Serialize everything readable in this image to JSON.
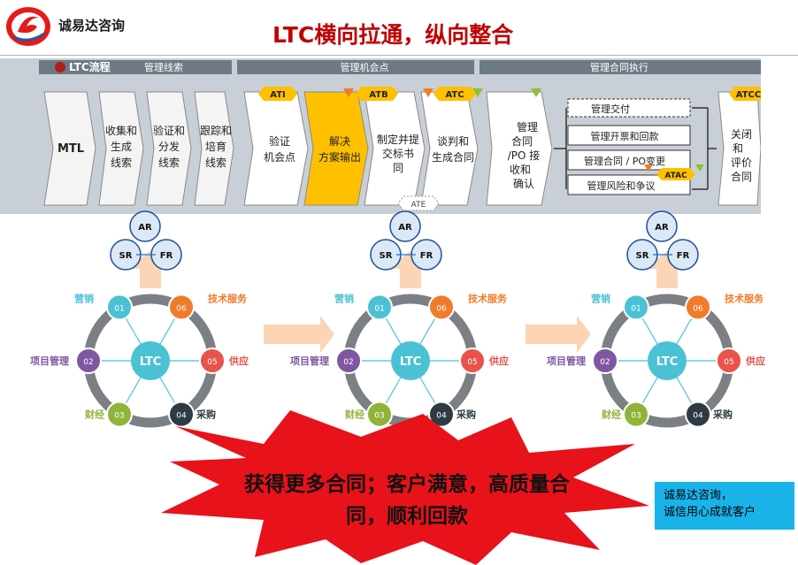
{
  "header": {
    "brand_name": "诚易达咨询",
    "title": "LTC横向拉通，纵向整合"
  },
  "process": {
    "flow_label": "LTC流程",
    "sections": [
      {
        "name": "管理线索",
        "steps": [
          "MTL",
          "收集和生成线索",
          "验证和分发线索",
          "跟踪和培育线索"
        ]
      },
      {
        "name": "管理机会点",
        "steps": [
          "验证机会点",
          "解决方案输出",
          "制定并提交标书",
          "谈判和生成合同"
        ],
        "gates": [
          "ATI",
          "ATB",
          "ATC",
          "ATE"
        ]
      },
      {
        "name": "管理合同执行",
        "steps": [
          "管理合同/PO 接收和确认",
          "管理交付",
          "管理开票和回款",
          "管理合同 / PO变更",
          "管理风险和争议",
          "关闭和评价合同"
        ],
        "gates": [
          "ATAC",
          "ATCC"
        ]
      }
    ],
    "highlight_color": "#ffc000"
  },
  "units": [
    {
      "triad": [
        "AR",
        "SR",
        "FR"
      ],
      "hub": "LTC",
      "nodes": [
        {
          "num": "01",
          "label": "营销",
          "color": "#4bc2d3"
        },
        {
          "num": "06",
          "label": "技术服务",
          "color": "#f07b2a"
        },
        {
          "num": "05",
          "label": "供应",
          "color": "#e8534a"
        },
        {
          "num": "04",
          "label": "采购",
          "color": "#2e3b44"
        },
        {
          "num": "03",
          "label": "财经",
          "color": "#8fb43a"
        },
        {
          "num": "02",
          "label": "项目管理",
          "color": "#7e57a0"
        }
      ]
    },
    {
      "triad": [
        "AR",
        "SR",
        "FR"
      ],
      "hub": "LTC",
      "nodes": [
        {
          "num": "01",
          "label": "营销",
          "color": "#4bc2d3"
        },
        {
          "num": "06",
          "label": "技术服务",
          "color": "#f07b2a"
        },
        {
          "num": "05",
          "label": "供应",
          "color": "#e8534a"
        },
        {
          "num": "04",
          "label": "采购",
          "color": "#2e3b44"
        },
        {
          "num": "03",
          "label": "财经",
          "color": "#8fb43a"
        },
        {
          "num": "02",
          "label": "项目管理",
          "color": "#7e57a0"
        }
      ]
    },
    {
      "triad": [
        "AR",
        "SR",
        "FR"
      ],
      "hub": "LTC",
      "nodes": [
        {
          "num": "01",
          "label": "营销",
          "color": "#4bc2d3"
        },
        {
          "num": "06",
          "label": "技术服务",
          "color": "#f07b2a"
        },
        {
          "num": "05",
          "label": "供应",
          "color": "#e8534a"
        },
        {
          "num": "04",
          "label": "采购",
          "color": "#2e3b44"
        },
        {
          "num": "03",
          "label": "财经",
          "color": "#8fb43a"
        },
        {
          "num": "02",
          "label": "项目管理",
          "color": "#7e57a0"
        }
      ]
    }
  ],
  "outcome": {
    "line1": "获得更多合同；客户满意，高质量合",
    "line2": "同，顺利回款",
    "color": "#e8121a"
  },
  "slogan": {
    "line1": "诚易达咨询，",
    "line2": "诚信用心成就客户",
    "color": "#19b3e9"
  }
}
